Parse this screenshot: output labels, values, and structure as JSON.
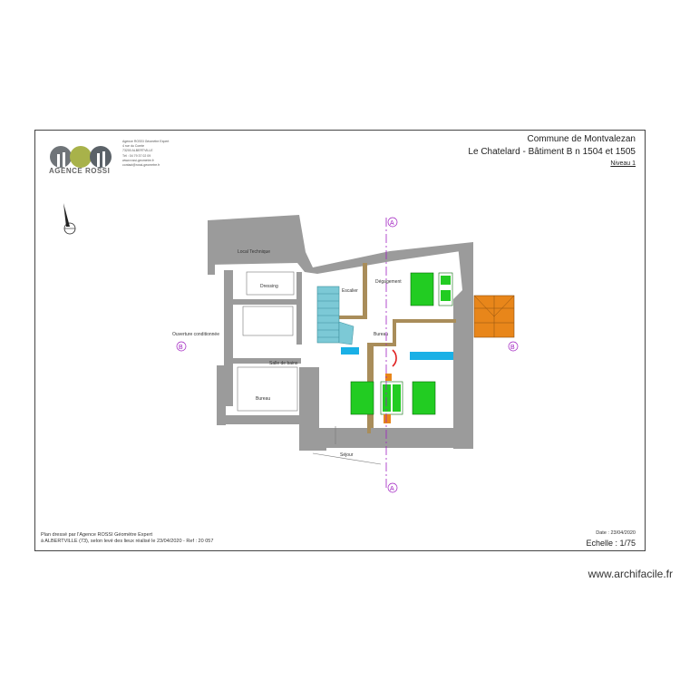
{
  "header": {
    "commune": "Commune de Montvalezan",
    "building": "Le Chatelard - Bâtiment B n 1504 et 1505",
    "level": "Niveau 1"
  },
  "agency": {
    "name": "AGENCE ROSSI",
    "contact_lines": [
      "Agence ROSSI Géomètre Expert",
      "4 rue du Comte",
      "73200 ALBERTVILLE",
      "Tél : 04 79 37 02 09",
      "www.rossi-geometre.fr",
      "contact@rossi-geometre.fr"
    ]
  },
  "rooms": {
    "r1": "Local Technique",
    "r2": "Escalier",
    "r3": "Ouverture conditionnée",
    "r4": "Salle de bains",
    "r5": "Dressing",
    "r6": "Dégagement",
    "r7": "Bureau",
    "r8": "Séjour",
    "r9": "Bureau"
  },
  "axis_labels": {
    "a": "A",
    "b": "B"
  },
  "footer": {
    "line1": "Plan dressé par l'Agence ROSSI Géomètre Expert",
    "line2": "à ALBERTVILLE (73), selon levé des lieux réalisé le 23/04/2020 - Ref : 20 057",
    "date": "Date : 23/04/2020",
    "scale": "Echelle : 1/75"
  },
  "watermark": "www.archifacile.fr",
  "colors": {
    "wall": "#9b9b9b",
    "bed": "#22cc22",
    "stair_blue": "#7cc9d6",
    "stair_orange": "#e8861a",
    "axis": "#a020c0",
    "wood": "#a98d5a",
    "fixture_blue": "#1ab0e6"
  }
}
